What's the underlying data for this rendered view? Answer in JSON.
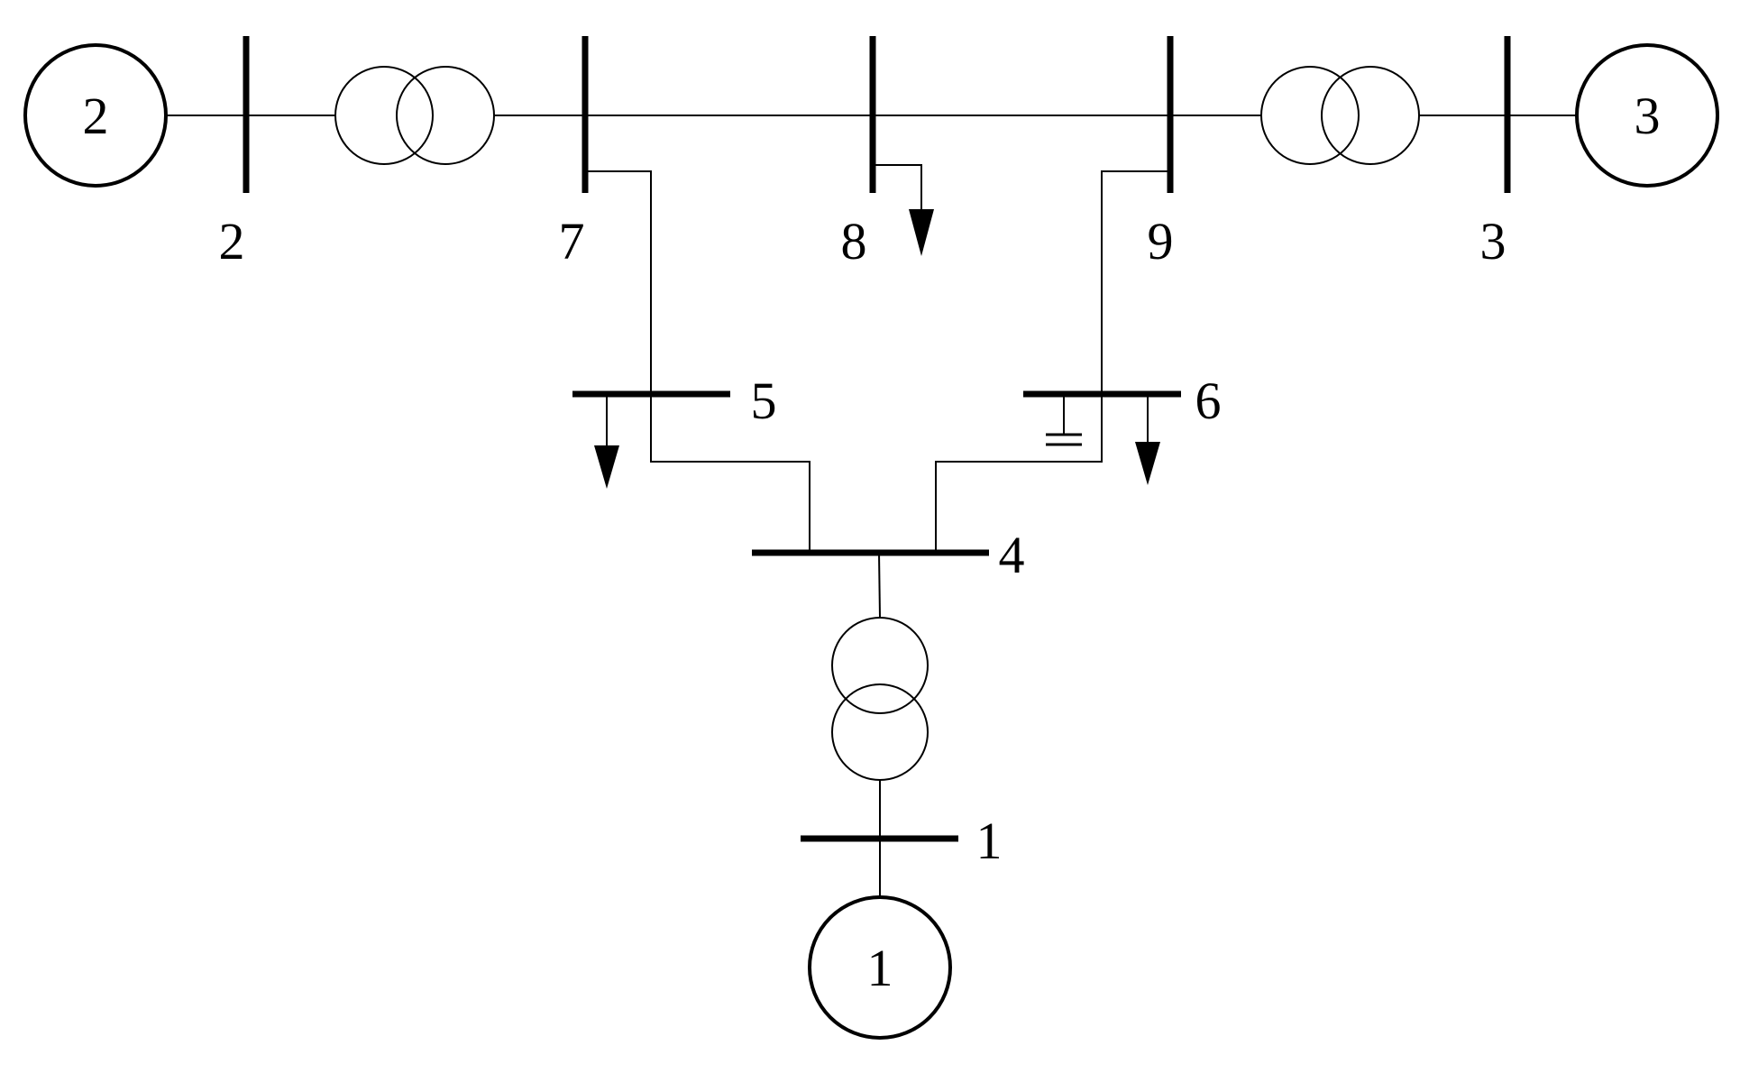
{
  "buses": [
    {
      "id": "bus-1",
      "label": "1"
    },
    {
      "id": "bus-2",
      "label": "2"
    },
    {
      "id": "bus-3",
      "label": "3"
    },
    {
      "id": "bus-4",
      "label": "4"
    },
    {
      "id": "bus-5",
      "label": "5"
    },
    {
      "id": "bus-6",
      "label": "6"
    },
    {
      "id": "bus-7",
      "label": "7"
    },
    {
      "id": "bus-8",
      "label": "8"
    },
    {
      "id": "bus-9",
      "label": "9"
    }
  ],
  "generators": [
    {
      "id": "gen-1",
      "label": "1"
    },
    {
      "id": "gen-2",
      "label": "2"
    },
    {
      "id": "gen-3",
      "label": "3"
    }
  ],
  "transformers": [
    {
      "id": "xfmr-2-7"
    },
    {
      "id": "xfmr-9-3"
    },
    {
      "id": "xfmr-1-4"
    }
  ],
  "loads": [
    {
      "id": "load-5"
    },
    {
      "id": "load-6"
    },
    {
      "id": "load-8"
    }
  ],
  "shunts": [
    {
      "id": "capacitor-6"
    }
  ],
  "lines": [
    {
      "from": "7",
      "to": "8"
    },
    {
      "from": "8",
      "to": "9"
    },
    {
      "from": "7",
      "to": "5"
    },
    {
      "from": "9",
      "to": "6"
    },
    {
      "from": "5",
      "to": "4"
    },
    {
      "from": "6",
      "to": "4"
    }
  ]
}
